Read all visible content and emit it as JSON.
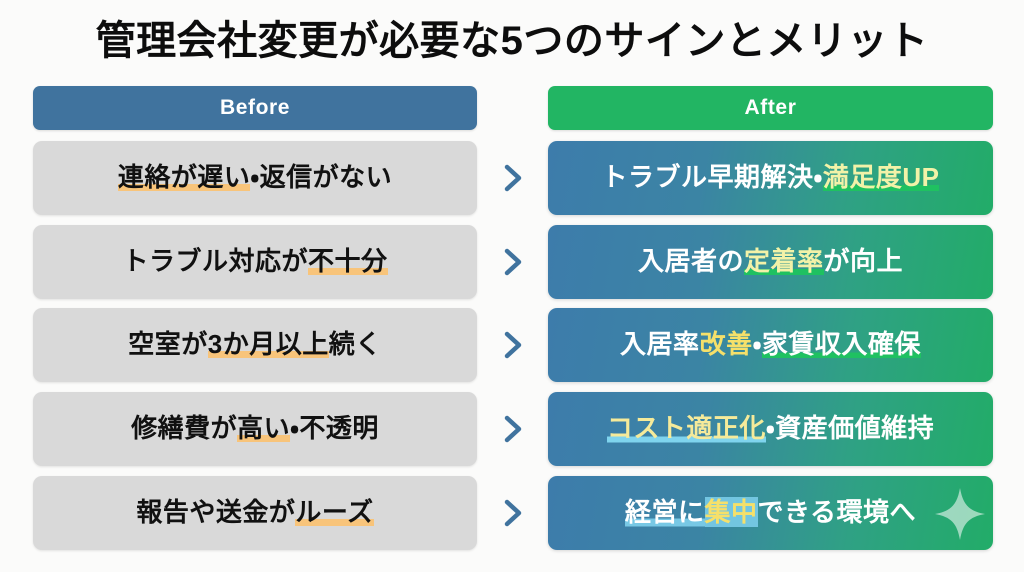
{
  "page": {
    "title": "管理会社変更が必要な5つのサインとメリット",
    "background_color": "#fbfbfa"
  },
  "columns": {
    "before": {
      "label": "Before",
      "color": "#40739e"
    },
    "after": {
      "label": "After",
      "color": "#22b563"
    }
  },
  "colors": {
    "before_row_bg": "#d9d9d9",
    "after_row_gradient_start": "#3d7cab",
    "after_row_gradient_end": "#22ac68",
    "orange_highlight": "#f8c47a",
    "green_highlight": "#1fc161",
    "blue_highlight": "#7fd4ee",
    "yellow_text": "#f5e06a",
    "title_text": "#0d0d0d",
    "chevron": "#40739e"
  },
  "arrow_icon": "chevron-right-icon",
  "sparkle_icon": "sparkle-star-icon",
  "rows": [
    {
      "before": {
        "full_text": "連絡が遅い・返信がない",
        "segments": [
          {
            "text": "連絡が遅い",
            "style": "orange-underline"
          },
          {
            "text": "・返信がない",
            "style": "plain"
          }
        ]
      },
      "after": {
        "full_text": "トラブル早期解決・満足度UP",
        "segments": [
          {
            "text": "トラブル早期解決・",
            "style": "plain"
          },
          {
            "text": "満足度UP",
            "style": "yellow-green-underline"
          }
        ]
      }
    },
    {
      "before": {
        "full_text": "トラブル対応が不十分",
        "segments": [
          {
            "text": "トラブル対応が",
            "style": "plain"
          },
          {
            "text": "不十分",
            "style": "orange-underline"
          }
        ]
      },
      "after": {
        "full_text": "入居者の定着率が向上",
        "segments": [
          {
            "text": "入居者の",
            "style": "plain"
          },
          {
            "text": "定着率",
            "style": "yellow-green-underline"
          },
          {
            "text": "が向上",
            "style": "plain"
          }
        ]
      }
    },
    {
      "before": {
        "full_text": "空室が3か月以上続く",
        "segments": [
          {
            "text": "空室が",
            "style": "plain"
          },
          {
            "text": "3か月以上",
            "style": "orange-underline"
          },
          {
            "text": "続く",
            "style": "plain"
          }
        ]
      },
      "after": {
        "full_text": "入居率改善・家賃収入確保",
        "segments": [
          {
            "text": "入居率",
            "style": "plain"
          },
          {
            "text": "改善",
            "style": "yellow"
          },
          {
            "text": "・",
            "style": "plain"
          },
          {
            "text": "家賃収入確保",
            "style": "green-underline"
          }
        ]
      }
    },
    {
      "before": {
        "full_text": "修繕費が高い・不透明",
        "segments": [
          {
            "text": "修繕費が",
            "style": "plain"
          },
          {
            "text": "高い",
            "style": "orange-underline"
          },
          {
            "text": "・不透明",
            "style": "plain"
          }
        ]
      },
      "after": {
        "full_text": "コスト適正化・資産価値維持",
        "segments": [
          {
            "text": "コスト適正化",
            "style": "yellow-blue-underline"
          },
          {
            "text": "・資産価値維持",
            "style": "plain"
          }
        ]
      }
    },
    {
      "before": {
        "full_text": "報告や送金がルーズ",
        "segments": [
          {
            "text": "報告や送金が",
            "style": "plain"
          },
          {
            "text": "ルーズ",
            "style": "orange-underline"
          }
        ]
      },
      "after": {
        "full_text": "経営に集中できる環境へ",
        "segments": [
          {
            "text": "経営に",
            "style": "blue-band"
          },
          {
            "text": "集中",
            "style": "yellow-blue-band"
          },
          {
            "text": "できる環境へ",
            "style": "plain"
          }
        ]
      }
    }
  ]
}
